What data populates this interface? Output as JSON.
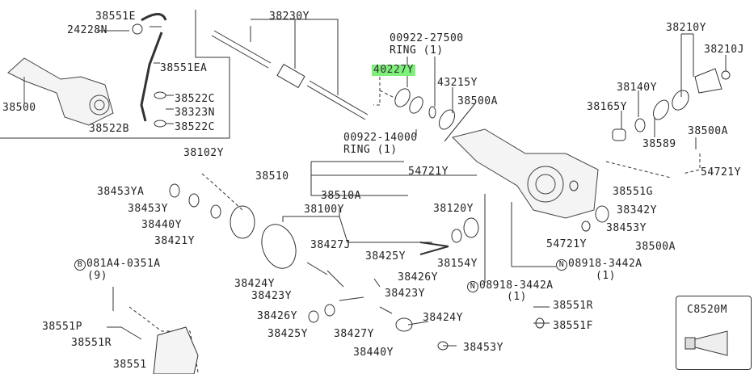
{
  "diagram": {
    "highlight_color": "#7ef07a",
    "labels": [
      "38551E",
      "24228N",
      "38551EA",
      "38500",
      "38522C",
      "38323N",
      "38522C",
      "38522B",
      "38230Y",
      "00922-27500",
      "RING (1)",
      "40227Y",
      "43215Y",
      "38500A",
      "00922-14000",
      "RING (1)",
      "38210Y",
      "38210J",
      "38140Y",
      "38165Y",
      "38589",
      "38500A",
      "54721Y",
      "54721Y",
      "38102Y",
      "38510",
      "38453YA",
      "38510A",
      "38551G",
      "38453Y",
      "38100Y",
      "38120Y",
      "38342Y",
      "38440Y",
      "38453Y",
      "38421Y",
      "54721Y",
      "38500A",
      "38427J",
      "38425Y",
      "38154Y",
      "08918-3442A",
      "(1)",
      "081A4-0351A",
      "(9)",
      "38424Y",
      "38426Y",
      "08918-3442A",
      "(1)",
      "38423Y",
      "38423Y",
      "38551R",
      "C8520M",
      "38426Y",
      "38424Y",
      "38551P",
      "38425Y",
      "38427Y",
      "38551F",
      "38551R",
      "38453Y",
      "38440Y",
      "38551"
    ],
    "circled_marks": {
      "n": "N",
      "b": "B"
    }
  }
}
